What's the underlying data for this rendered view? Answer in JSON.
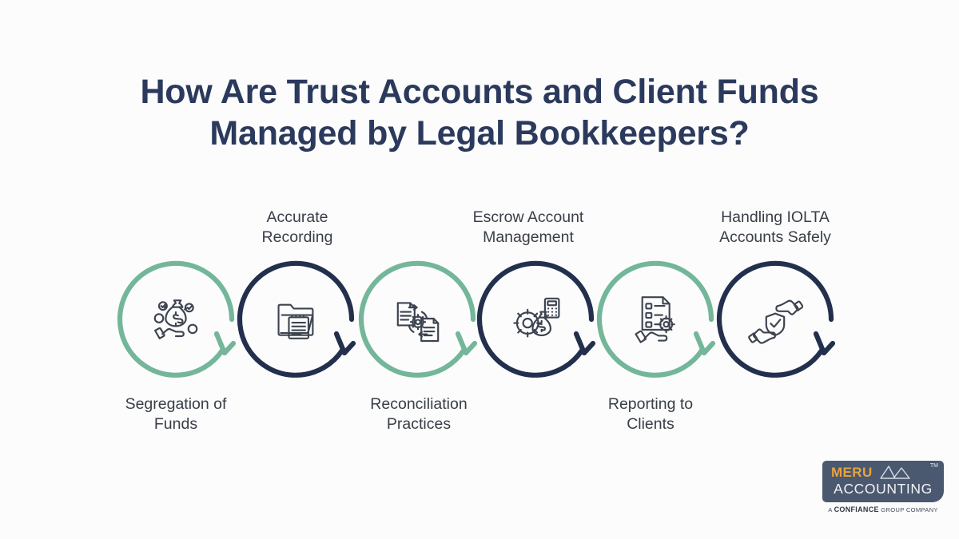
{
  "page": {
    "background_color": "#fcfcfc",
    "title_color": "#2b3a5c",
    "label_color": "#383e47",
    "accent_green": "#74b699",
    "accent_navy": "#22304d",
    "icon_stroke": "#3d4450"
  },
  "title": {
    "line1": "How Are Trust Accounts and Client Funds",
    "line2": "Managed by Legal Bookkeepers?"
  },
  "steps": [
    {
      "index": "1",
      "label_line1": "Segregation of",
      "label_line2": "Funds",
      "position": "bottom",
      "arc_color": "#74b699",
      "icon": "hand-money-bag-check-icon"
    },
    {
      "index": "2",
      "label_line1": "Accurate",
      "label_line2": "Recording",
      "position": "top",
      "arc_color": "#22304d",
      "icon": "folder-notepad-icon"
    },
    {
      "index": "3",
      "label_line1": "Reconciliation",
      "label_line2": "Practices",
      "position": "bottom",
      "arc_color": "#74b699",
      "icon": "documents-gear-sync-icon"
    },
    {
      "index": "4",
      "label_line1": "Escrow Account",
      "label_line2": "Management",
      "position": "top",
      "arc_color": "#22304d",
      "icon": "gear-money-bag-calculator-icon"
    },
    {
      "index": "5",
      "label_line1": "Reporting to",
      "label_line2": "Clients",
      "position": "bottom",
      "arc_color": "#74b699",
      "icon": "hand-report-gear-icon"
    },
    {
      "index": "6",
      "label_line1": "Handling IOLTA",
      "label_line2": "Accounts Safely",
      "position": "top",
      "arc_color": "#22304d",
      "icon": "hands-shield-check-icon"
    }
  ],
  "logo": {
    "brand_primary": "MERU",
    "brand_secondary": "ACCOUNTING",
    "trademark": "TM",
    "tagline_prefix": "A ",
    "tagline_brand": "CONFIANCE",
    "tagline_suffix": " GROUP COMPANY",
    "plate_color": "#4a5870",
    "brand_primary_color": "#e8a33d"
  }
}
